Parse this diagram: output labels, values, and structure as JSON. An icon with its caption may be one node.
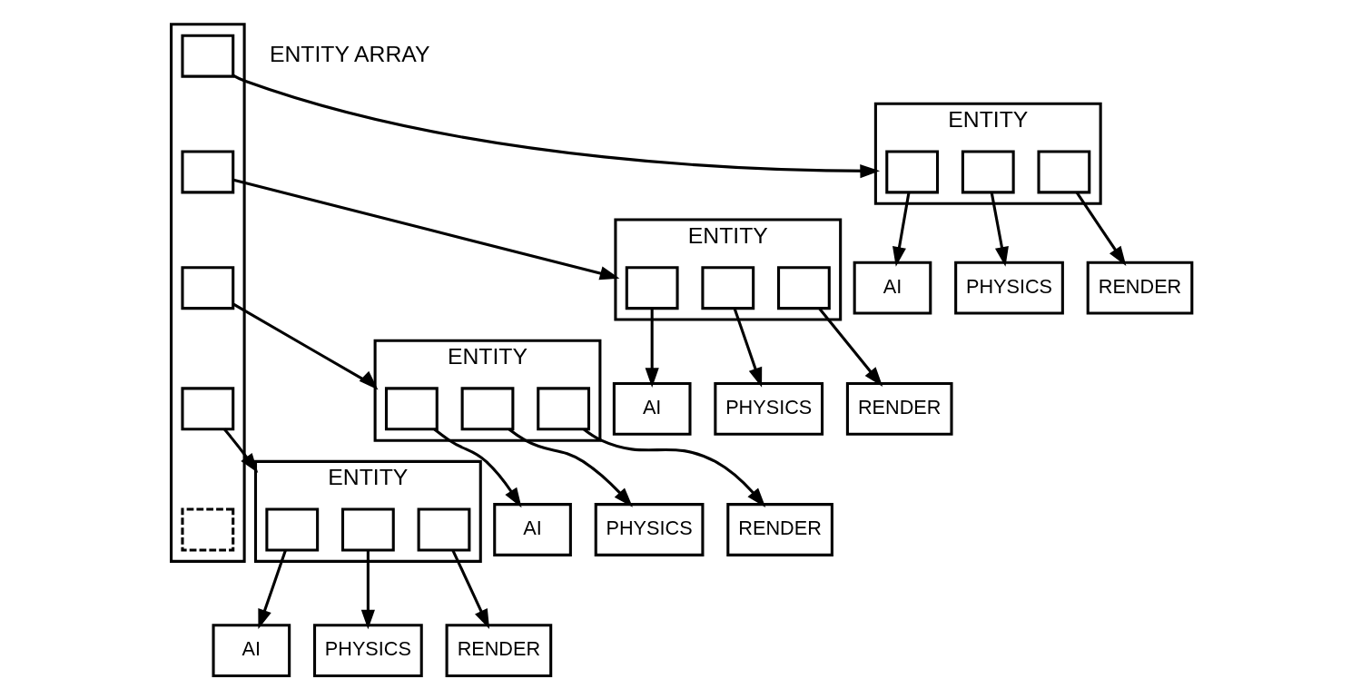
{
  "diagram": {
    "nodes": [
      {
        "text": [],
        "shape": "box"
      },
      {
        "text": [],
        "shape": "box",
        "in": 0
      },
      {
        "text": [],
        "shape": "box",
        "in": 0
      },
      {
        "text": [],
        "shape": "box",
        "in": 0
      },
      {
        "text": [],
        "shape": "box",
        "in": 0
      },
      {
        "text": [],
        "shape": "box",
        "in": 0
      },
      {
        "text": [
          "ENTITY"
        ]
      },
      {
        "text": [],
        "shape": "box",
        "in": 6
      },
      {
        "text": [],
        "shape": "box",
        "in": 6
      },
      {
        "text": [],
        "shape": "box",
        "in": 6
      },
      {
        "text": [
          "ENTITY"
        ]
      },
      {
        "text": [],
        "shape": "box",
        "in": 10
      },
      {
        "text": [],
        "shape": "box",
        "in": 10
      },
      {
        "text": [],
        "shape": "box",
        "in": 10
      },
      {
        "text": [
          "ENTITY"
        ]
      },
      {
        "text": [],
        "shape": "box",
        "in": 14
      },
      {
        "text": [],
        "shape": "box",
        "in": 14
      },
      {
        "text": [],
        "shape": "box",
        "in": 14
      },
      {
        "text": [
          "ENTITY"
        ]
      },
      {
        "text": [],
        "shape": "box",
        "in": 18
      },
      {
        "text": [],
        "shape": "box",
        "in": 18
      },
      {
        "text": [],
        "shape": "box",
        "in": 18
      },
      {
        "text": [
          "AI"
        ]
      },
      {
        "text": [
          "PHYSICS"
        ]
      },
      {
        "text": [
          "AI"
        ]
      },
      {
        "text": [
          "PHYSICS"
        ]
      },
      {
        "text": [
          "AI"
        ]
      },
      {
        "text": [
          "RENDER"
        ]
      },
      {
        "text": [
          "PHYSICS"
        ]
      },
      {
        "text": [
          "RENDER"
        ]
      },
      {
        "text": [
          "RENDER"
        ]
      },
      {
        "text": [
          "PHYSICS"
        ]
      },
      {
        "text": [
          "RENDER"
        ]
      },
      {
        "text": [
          "AI"
        ]
      }
    ],
    "edges": [
      {
        "from": 1,
        "to": 6,
        "arrow": "to"
      },
      {
        "from": 2,
        "to": 14,
        "arrow": "to"
      },
      {
        "from": 3,
        "to": 10,
        "arrow": "to"
      },
      {
        "from": 4,
        "to": 18,
        "arrow": "to"
      },
      {
        "from": 7,
        "to": 22,
        "arrow": "to"
      },
      {
        "from": 8,
        "to": 28,
        "arrow": "to"
      },
      {
        "from": 9,
        "to": 27,
        "arrow": "to"
      },
      {
        "from": 11,
        "to": 26,
        "arrow": "to"
      },
      {
        "from": 12,
        "to": 23,
        "arrow": "to"
      },
      {
        "from": 13,
        "to": 29,
        "arrow": "to"
      },
      {
        "from": 15,
        "to": 24,
        "arrow": "to"
      },
      {
        "from": 16,
        "to": 31,
        "arrow": "to"
      },
      {
        "from": 17,
        "to": 30,
        "arrow": "to"
      },
      {
        "from": 19,
        "to": 33,
        "arrow": "to"
      },
      {
        "from": 20,
        "to": 25,
        "arrow": "to"
      },
      {
        "from": 21,
        "to": 32,
        "arrow": "to"
      }
    ],
    "labels": [
      "ENTITY ARRAY"
    ]
  }
}
